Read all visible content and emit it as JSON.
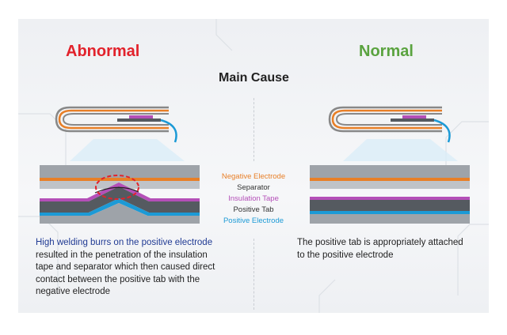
{
  "headings": {
    "abnormal": "Abnormal",
    "normal": "Normal",
    "main_cause": "Main Cause"
  },
  "legend": [
    {
      "label": "Negative Electrode",
      "color": "#e87f27"
    },
    {
      "label": "Separator",
      "color": "#333333"
    },
    {
      "label": "Insulation Tape",
      "color": "#b44fb8"
    },
    {
      "label": "Positive Tab",
      "color": "#333333"
    },
    {
      "label": "Positive Electrode",
      "color": "#1c9ad6"
    }
  ],
  "abnormal_text": {
    "highlight": "High welding burrs on the positive electrode",
    "rest": " resulted in the penetration of the insulation tape and separator which then caused direct contact between the positive tab with the negative electrode"
  },
  "normal_text": "The positive tab is appropriately attached to the positive electrode",
  "colors": {
    "abnormal": "#e2222b",
    "normal": "#5aa33f",
    "orange": "#e87f27",
    "magenta": "#b44fb8",
    "blue": "#1c9ad6",
    "gray": "#555a60"
  }
}
